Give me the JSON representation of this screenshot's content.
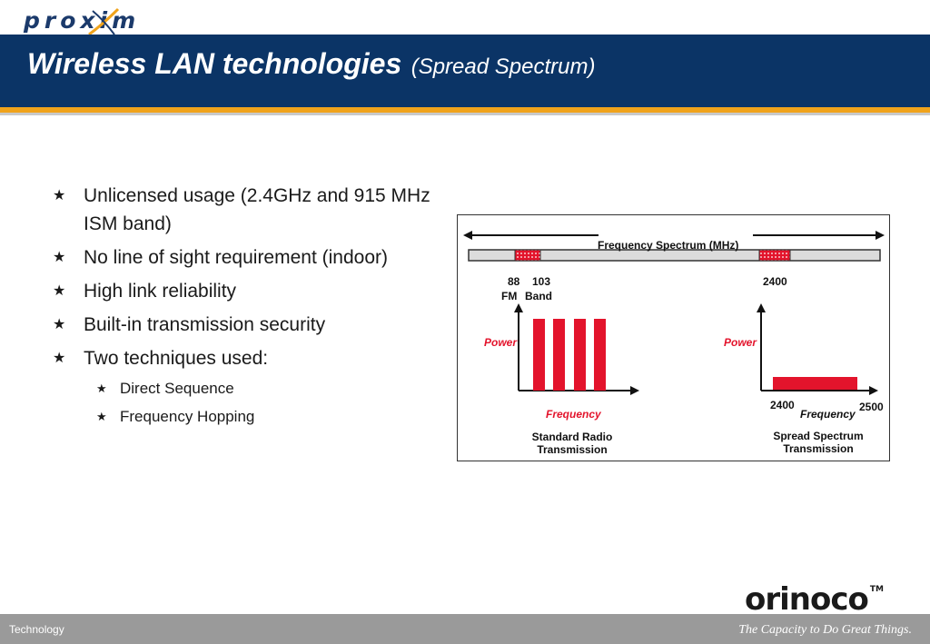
{
  "header": {
    "logo_text": "proxim",
    "title_main": "Wireless LAN technologies",
    "title_sub": "(Spread Spectrum)"
  },
  "bullets": [
    {
      "text": "Unlicensed usage (2.4GHz and 915 MHz ISM band)"
    },
    {
      "text": "No line of sight requirement (indoor)"
    },
    {
      "text": "High link reliability"
    },
    {
      "text": "Built-in transmission security"
    },
    {
      "text": "Two techniques used:"
    }
  ],
  "sub_bullets": [
    {
      "text": "Direct Sequence"
    },
    {
      "text": "Frequency Hopping"
    }
  ],
  "diagram": {
    "spectrum_label": "Frequency Spectrum (MHz)",
    "fm_num": "88",
    "fm_label": "FM",
    "band_num": "103",
    "band_label": "Band",
    "ism_num": "2400",
    "left": {
      "power": "Power",
      "frequency": "Frequency",
      "caption_1": "Standard Radio",
      "caption_2": "Transmission"
    },
    "right": {
      "power": "Power",
      "frequency": "Frequency",
      "start": "2400",
      "end": "2500",
      "caption_1": "Spread Spectrum",
      "caption_2": "Transmission"
    }
  },
  "footer": {
    "left": "Technology",
    "right": "The Capacity to Do Great Things.",
    "logo_text": "orinoco",
    "logo_tm": "TM"
  },
  "colors": {
    "title_bar": "#0b3466",
    "accent_orange": "#f0a31b",
    "signal_red": "#e3142c",
    "footer_grey": "#9a9a9a"
  }
}
